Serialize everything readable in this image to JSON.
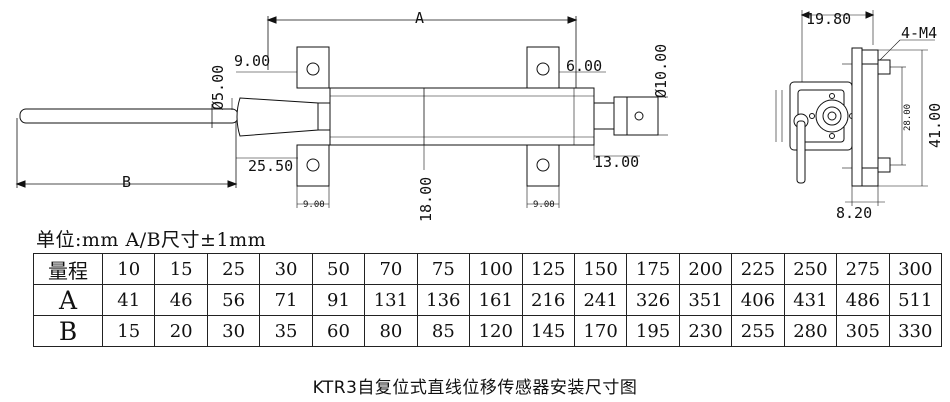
{
  "side_view": {
    "dims": {
      "a": "A",
      "b": "B",
      "d9_left": "9.00",
      "d5": "Ø5.00",
      "d25_5": "25.50",
      "d9_small_left": "9.00",
      "d18": "18.00",
      "d9_small_right": "9.00",
      "d6": "6.00",
      "d10": "Ø10.00",
      "d13": "13.00"
    }
  },
  "end_view": {
    "dims": {
      "d19_8": "19.80",
      "m4": "4-M4",
      "d41": "41.00",
      "d28": "28.00",
      "d8_2": "8.20"
    }
  },
  "unit_note": "单位:mm A/B尺寸±1mm",
  "table": {
    "rows": [
      {
        "label": "量程",
        "values": [
          "10",
          "15",
          "25",
          "30",
          "50",
          "70",
          "75",
          "100",
          "125",
          "150",
          "175",
          "200",
          "225",
          "250",
          "275",
          "300"
        ]
      },
      {
        "label": "A",
        "values": [
          "41",
          "46",
          "56",
          "71",
          "91",
          "131",
          "136",
          "161",
          "216",
          "241",
          "326",
          "351",
          "406",
          "431",
          "486",
          "511"
        ]
      },
      {
        "label": "B",
        "values": [
          "15",
          "20",
          "30",
          "35",
          "60",
          "80",
          "85",
          "120",
          "145",
          "170",
          "195",
          "230",
          "255",
          "280",
          "305",
          "330"
        ]
      }
    ]
  },
  "caption": "KTR3自复位式直线位移传感器安装尺寸图"
}
